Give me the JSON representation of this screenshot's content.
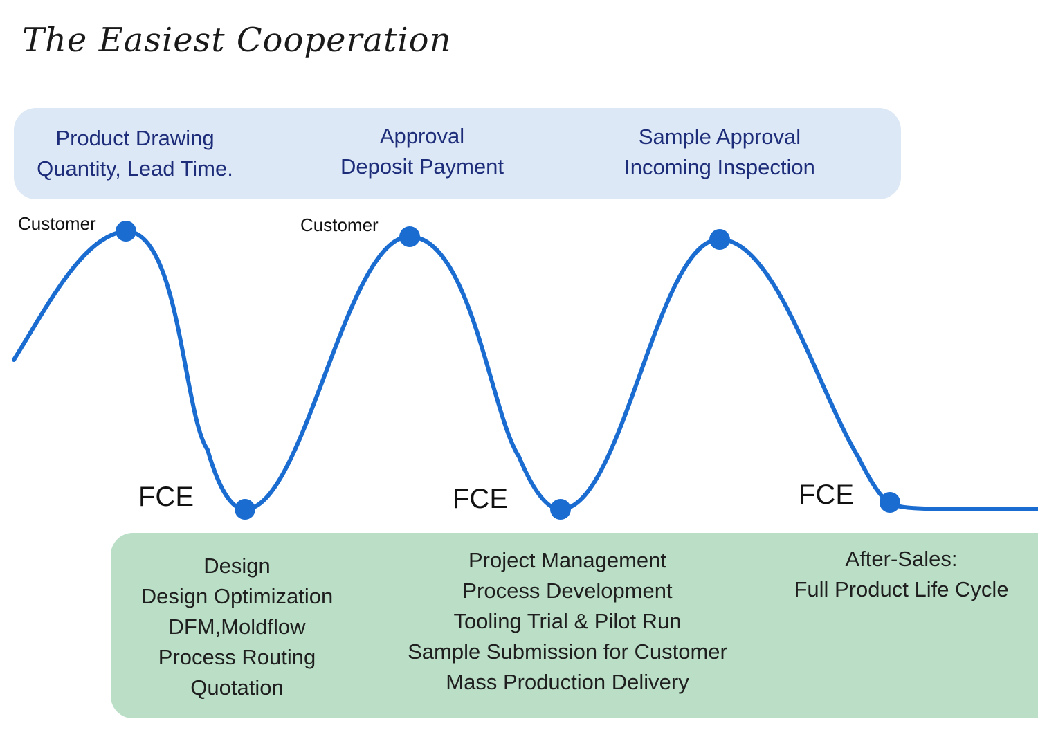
{
  "title": "The Easiest Cooperation",
  "top_groups": [
    [
      "Product Drawing",
      "Quantity, Lead Time."
    ],
    [
      "Approval",
      "Deposit Payment"
    ],
    [
      "Sample Approval",
      "Incoming Inspection"
    ]
  ],
  "bottom_groups": [
    [
      "Design",
      "Design Optimization",
      "DFM,Moldflow",
      "Process Routing",
      "Quotation"
    ],
    [
      "Project Management",
      "Process Development",
      "Tooling Trial & Pilot Run",
      "Sample Submission for Customer",
      "Mass Production Delivery"
    ],
    [
      "After-Sales:",
      "Full Product Life Cycle"
    ]
  ],
  "customer_labels": [
    "Customer",
    "Customer"
  ],
  "fce_labels": [
    "FCE",
    "FCE",
    "FCE"
  ],
  "colors": {
    "wave": "#1a6cd0",
    "top_panel": "#dce8f5",
    "bottom_panel": "#badfc6",
    "top_text": "#1e2d7a"
  }
}
